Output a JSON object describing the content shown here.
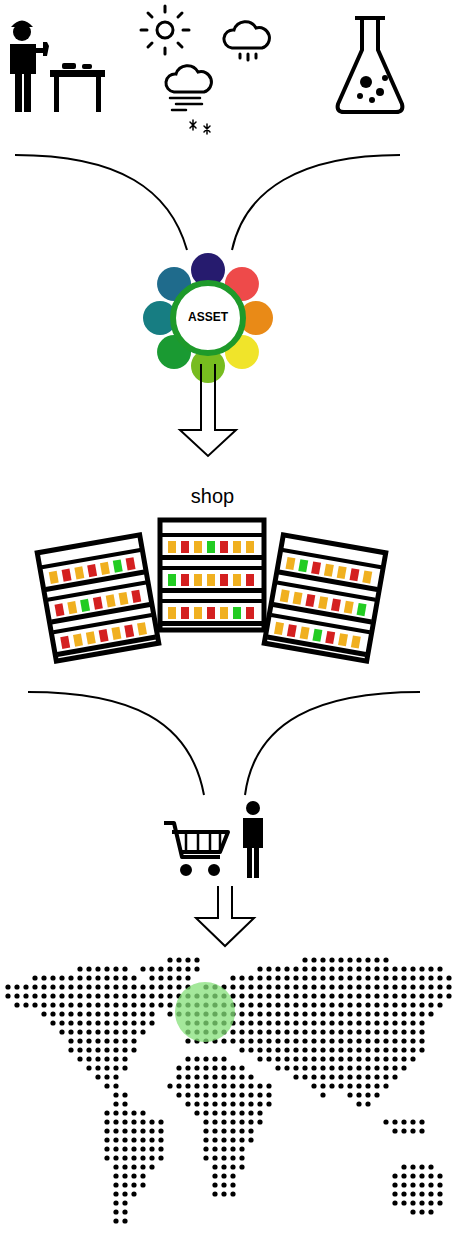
{
  "diagram": {
    "nodes": [
      {
        "text": [
          "ASSET"
        ]
      },
      {
        "text": [
          "shop"
        ]
      }
    ],
    "edges": [
      {
        "from": 0,
        "to": 1,
        "arrow": "to"
      }
    ]
  }
}
